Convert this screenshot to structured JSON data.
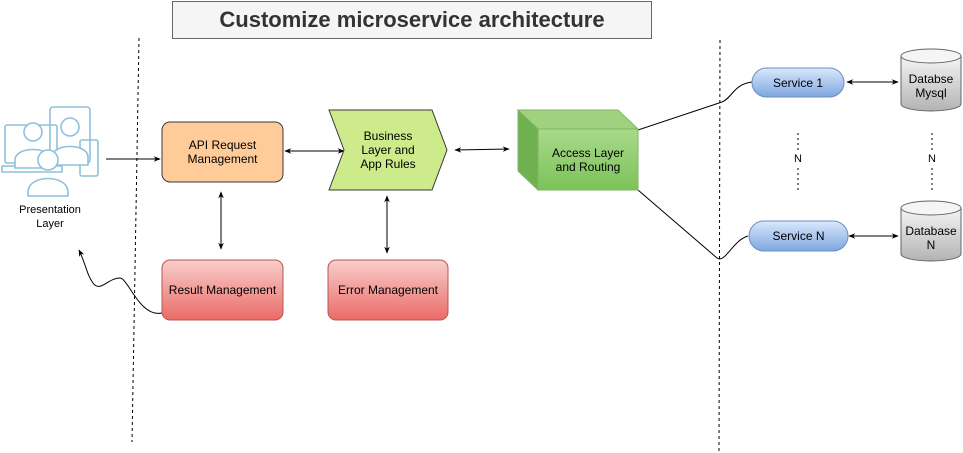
{
  "title": "Customize microservice architecture",
  "presentation": {
    "label": "Presentation\nLayer"
  },
  "nodes": {
    "api_request": "API Request\nManagement",
    "business": "Business\nLayer and\nApp Rules",
    "access": "Access Layer\nand Routing",
    "result": "Result Management",
    "error": "Error Management",
    "service1": "Service 1",
    "serviceN": "Service N",
    "db1": "Databse\nMysql",
    "dbN": "Database\nN"
  },
  "n_label": "N",
  "colors": {
    "api_fill": "#ffcc99",
    "api_stroke": "#36393d",
    "business_fill": "#cdeb8b",
    "business_stroke": "#36393d",
    "access_fill": "#8bc965",
    "access_stroke": "#82b366",
    "red_top": "#f8cecc",
    "red_bottom": "#ea6b66",
    "red_stroke": "#b85450",
    "service_top": "#dae8fc",
    "service_bottom": "#7ea6e0",
    "service_stroke": "#6c8ebf",
    "db_top": "#f5f5f5",
    "db_bottom": "#b3b3b3",
    "db_stroke": "#666666",
    "user_icon": "#8fc1db"
  }
}
